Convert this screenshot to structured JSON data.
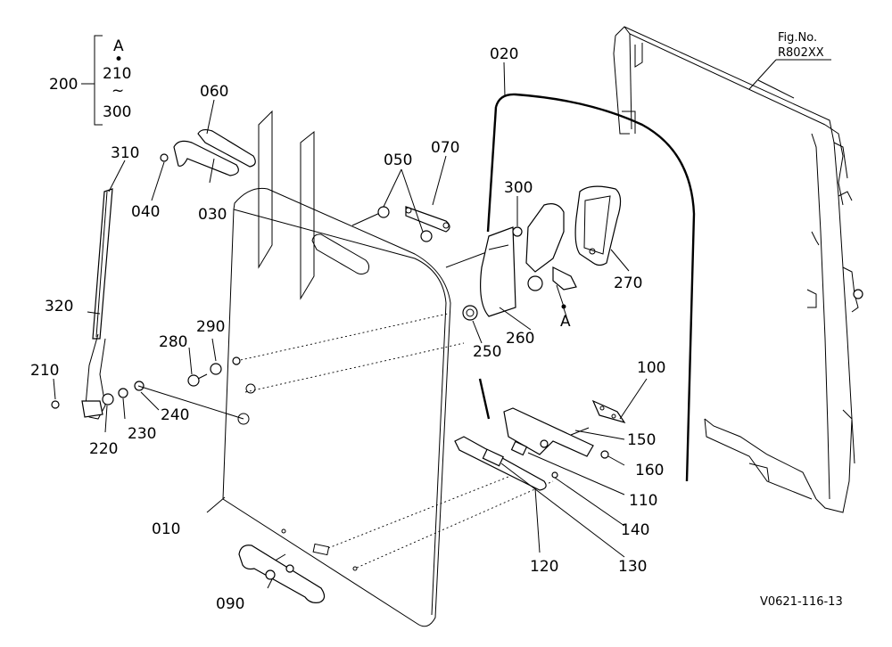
{
  "figure": {
    "fig_no_label": "Fig.No.",
    "fig_no_value": "R802XX",
    "code": "V0621-116-13"
  },
  "group_bracket": {
    "number": "200",
    "top": "A",
    "dot": "•",
    "mid": "210",
    "tilde": "~",
    "bottom": "300"
  },
  "callouts": {
    "p010": "010",
    "p020": "020",
    "p030": "030",
    "p040": "040",
    "p050": "050",
    "p060": "060",
    "p070": "070",
    "p090": "090",
    "p100": "100",
    "p110": "110",
    "p120": "120",
    "p130": "130",
    "p140": "140",
    "p150": "150",
    "p160": "160",
    "p210": "210",
    "p220": "220",
    "p230": "230",
    "p240": "240",
    "p250": "250",
    "p260": "260",
    "p270": "270",
    "p280": "280",
    "p290": "290",
    "p300": "300",
    "p310": "310",
    "p320": "320",
    "refA": "A"
  }
}
